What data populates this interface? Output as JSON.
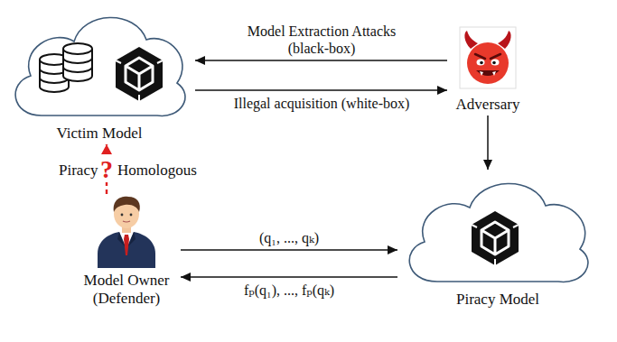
{
  "diagram": {
    "nodes": [
      {
        "text": [
          "Victim Model"
        ]
      },
      {
        "text": [
          "Adversary"
        ]
      },
      {
        "text": [
          "Piracy Model"
        ]
      },
      {
        "text": [
          "Model Owner (Defender)"
        ]
      }
    ],
    "edges": [
      {
        "from": 1,
        "to": 0,
        "label": "Model Extraction Attacks (black-box)",
        "arrow": "to"
      },
      {
        "from": 0,
        "to": 1,
        "label": "Illegal acquisition (white-box)",
        "arrow": "to"
      },
      {
        "from": 1,
        "to": 2,
        "arrow": "to"
      },
      {
        "from": 3,
        "to": 2,
        "label": "(q₁, ..., qₖ)",
        "arrow": "to"
      },
      {
        "from": 2,
        "to": 3,
        "label": "fₚ(q₁), ..., fₚ(qₖ)",
        "arrow": "to"
      },
      {
        "from": 3,
        "to": 0,
        "label": "?",
        "arrow": "to"
      }
    ],
    "labels": [
      "Piracy",
      "Homologous"
    ]
  }
}
